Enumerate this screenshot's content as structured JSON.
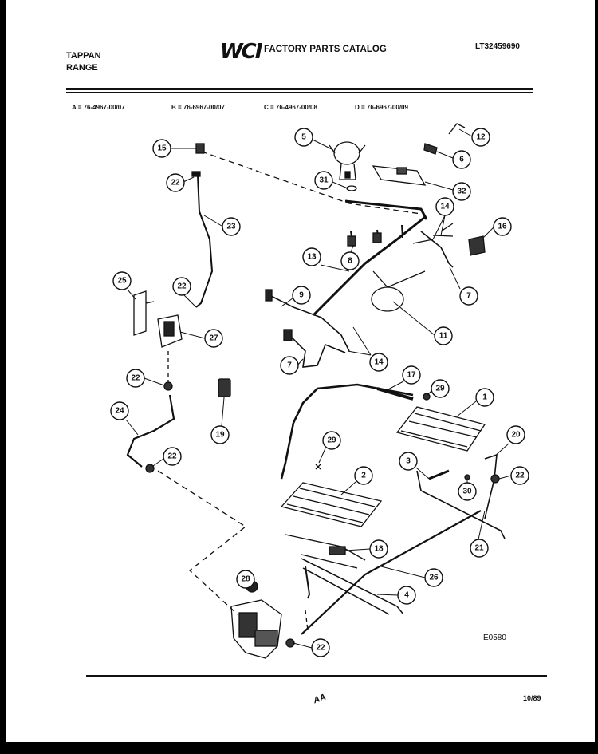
{
  "header": {
    "brand_line1": "TAPPAN",
    "brand_line2": "RANGE",
    "logo": "WCI",
    "catalog_title": "FACTORY PARTS CATALOG",
    "catalog_number": "LT32459690"
  },
  "models": [
    "A = 76-4967-00/07",
    "B = 76-6967-00/07",
    "C = 76-4967-00/08",
    "D = 76-6967-00/09"
  ],
  "callouts": [
    "15",
    "22",
    "23",
    "5",
    "31",
    "12",
    "6",
    "32",
    "14",
    "16",
    "8",
    "7",
    "25",
    "22",
    "27",
    "13",
    "9",
    "11",
    "7",
    "14",
    "22",
    "19",
    "17",
    "29",
    "1",
    "24",
    "22",
    "29",
    "20",
    "3",
    "22",
    "30",
    "2",
    "18",
    "21",
    "26",
    "28",
    "4",
    "22"
  ],
  "footer": {
    "drawing_code": "E0580",
    "date_code": "10/89",
    "initials": "AA"
  }
}
